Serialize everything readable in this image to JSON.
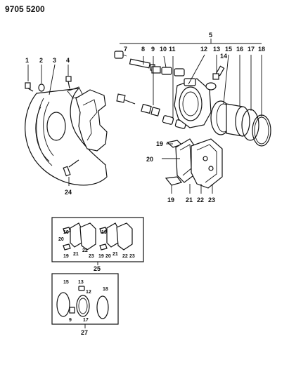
{
  "header": {
    "code": "9705 5200"
  },
  "callouts": {
    "c1": "1",
    "c2": "2",
    "c3": "3",
    "c4": "4",
    "c5": "5",
    "c7": "7",
    "c8": "8",
    "c9": "9",
    "c10": "10",
    "c11": "11",
    "c12": "12",
    "c13": "13",
    "c14": "14",
    "c15": "15",
    "c16": "16",
    "c17": "17",
    "c18": "18",
    "c19a": "19",
    "c19b": "19",
    "c20": "20",
    "c21": "21",
    "c22": "22",
    "c23": "23",
    "c24": "24"
  },
  "inset25": {
    "label": "25",
    "n19a": "19",
    "n20a": "20",
    "n19b": "19",
    "n21a": "21",
    "n22a": "22",
    "n23a": "23",
    "n19c": "19",
    "n20b": "20",
    "n19d": "19",
    "n21b": "21",
    "n22b": "22",
    "n23b": "23"
  },
  "inset27": {
    "label": "27",
    "n15": "15",
    "n13": "13",
    "n12": "12",
    "n18": "18",
    "n9": "9",
    "n17": "17"
  }
}
